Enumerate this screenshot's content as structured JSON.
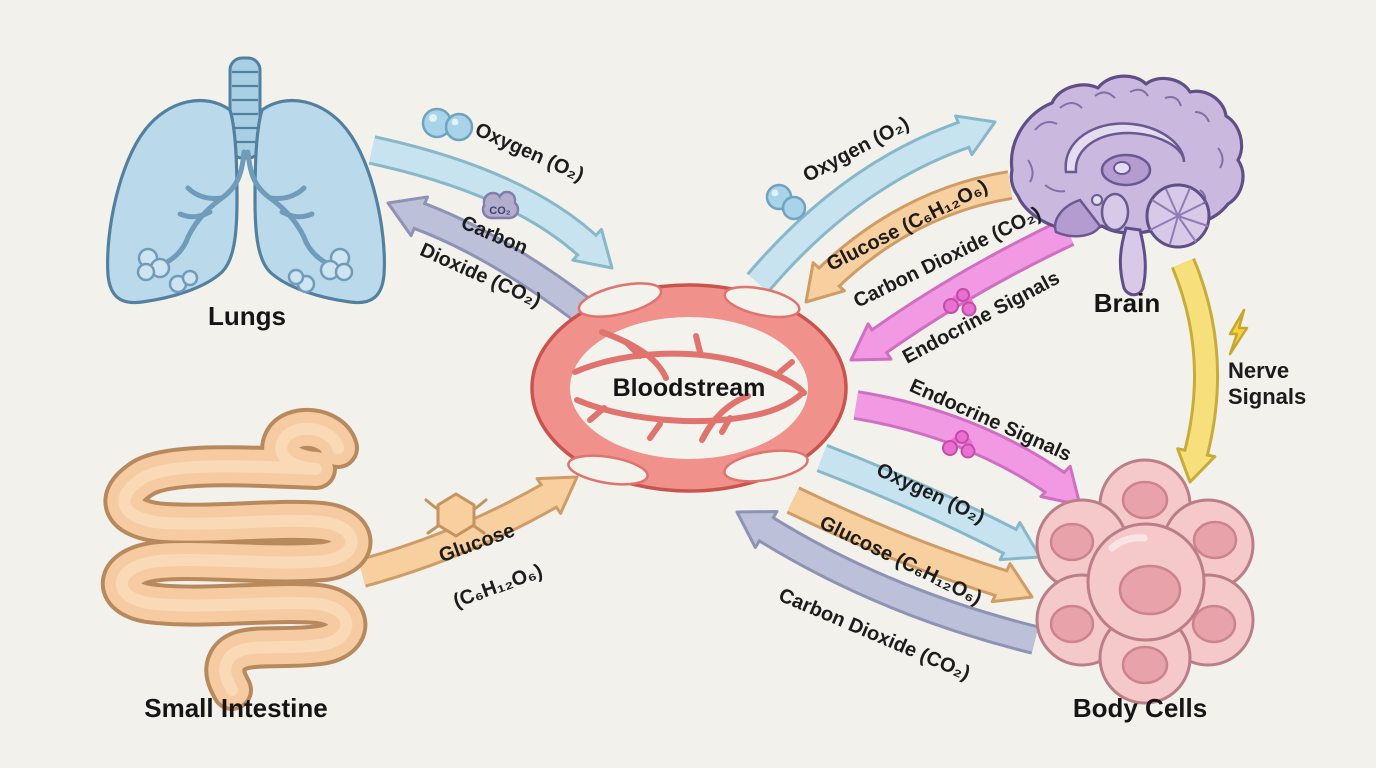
{
  "nodes": {
    "lungs": {
      "label": "Lungs",
      "color": "#badaeb"
    },
    "brain": {
      "label": "Brain",
      "color": "#cab8df"
    },
    "small_intestine": {
      "label": "Small Intestine",
      "color": "#f6cba2"
    },
    "body_cells": {
      "label": "Body Cells",
      "color": "#f5c9ca"
    },
    "bloodstream": {
      "label": "Bloodstream",
      "color": "#f0918c"
    }
  },
  "flows": {
    "lungs_to_bloodstream_oxygen": {
      "from": "Lungs",
      "to": "Bloodstream",
      "label": "Oxygen (O₂)",
      "color": "#c7e3f0",
      "icon": "oxygen-molecules-icon"
    },
    "bloodstream_to_lungs_co2": {
      "from": "Bloodstream",
      "to": "Lungs",
      "label_line1": "Carbon",
      "label_line2": "Dioxide (CO₂)",
      "color": "#bcc0d8",
      "icon": "co2-cloud-icon"
    },
    "bloodstream_to_brain_oxygen": {
      "from": "Bloodstream",
      "to": "Brain",
      "label": "Oxygen (O₂)",
      "color": "#c7e3f0",
      "icon": "oxygen-molecules-icon"
    },
    "brain_to_bloodstream_glucose": {
      "from": "Brain",
      "to": "Bloodstream",
      "label": "Glucose (C₆H₁₂O₆)",
      "color": "#f8cf9f"
    },
    "brain_to_bloodstream_co2_endocrine": {
      "from": "Brain",
      "to": "Bloodstream",
      "label_line1": "Carbon Dioxide (CO₂)",
      "label_line2": "Endocrine Signals",
      "color": "#f19ae3",
      "icon": "hormone-molecule-icon"
    },
    "bloodstream_to_cells_endocrine": {
      "from": "Bloodstream",
      "to": "Body Cells",
      "label": "Endocrine Signals",
      "color": "#f19ae3",
      "icon": "hormone-molecule-icon"
    },
    "bloodstream_to_cells_oxygen": {
      "from": "Bloodstream",
      "to": "Body Cells",
      "label": "Oxygen (O₂)",
      "color": "#c7e3f0"
    },
    "bloodstream_to_cells_glucose": {
      "from": "Bloodstream",
      "to": "Body Cells",
      "label": "Glucose (C₆H₁₂O₆)",
      "color": "#f8cf9f"
    },
    "cells_to_bloodstream_co2": {
      "from": "Body Cells",
      "to": "Bloodstream",
      "label": "Carbon Dioxide (CO₂)",
      "color": "#bcc0d8"
    },
    "intestine_to_bloodstream_glucose": {
      "from": "Small Intestine",
      "to": "Bloodstream",
      "label_line1": "Glucose",
      "label_line2": "(C₆H₁₂O₆)",
      "color": "#f8cf9f",
      "icon": "glucose-hexagon-icon"
    },
    "brain_to_cells_nerve": {
      "from": "Brain",
      "to": "Body Cells",
      "label_line1": "Nerve",
      "label_line2": "Signals",
      "color": "#f7e07c",
      "icon": "lightning-bolt-icon"
    }
  },
  "icons": {
    "co2_cloud_text": "CO₂"
  }
}
